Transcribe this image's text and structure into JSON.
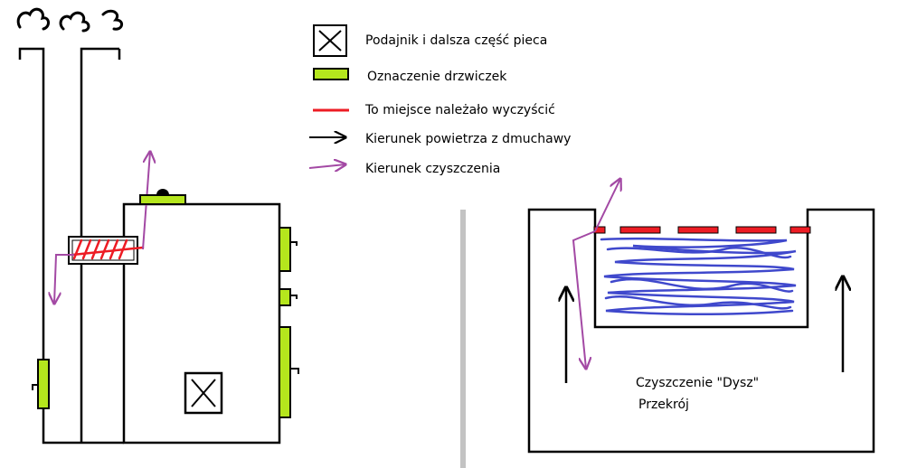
{
  "legend": {
    "feeder": "Podajnik i dalsza część pieca",
    "doors": "Oznaczenie drzwiczek",
    "clean_spot": "To miejsce należało wyczyścić",
    "air_direction": "Kierunek powietrza z dmuchawy",
    "cleaning_direction": "Kierunek czyszczenia"
  },
  "caption": {
    "line1": "Czyszczenie \"Dysz\"",
    "line2": "Przekrój"
  },
  "colors": {
    "door": "#b5e61d",
    "clean_spot": "#ed1c24",
    "cleaning_arrow": "#a349a4",
    "dirt": "#3f48cc",
    "divider": "#c3c3c3",
    "line": "#000000"
  },
  "icons": [
    "smoke-icon",
    "feeder-box-icon",
    "door-icon",
    "red-dash-icon",
    "black-arrow-icon",
    "purple-arrow-icon"
  ]
}
